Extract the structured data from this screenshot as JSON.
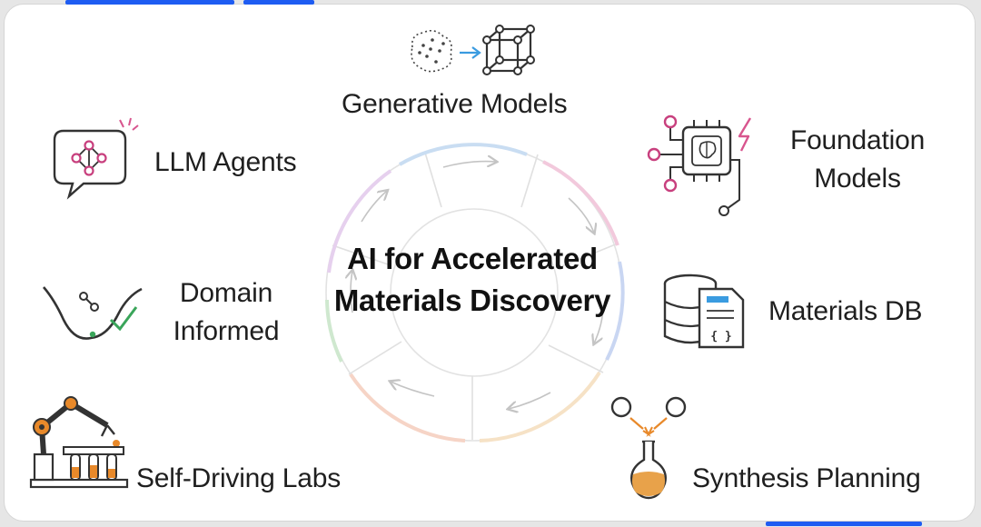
{
  "title_line1": "AI for Accelerated",
  "title_line2": "Materials Discovery",
  "nodes": {
    "generative": "Generative Models",
    "foundation_1": "Foundation",
    "foundation_2": "Models",
    "materials_db": "Materials DB",
    "synthesis": "Synthesis Planning",
    "self_driving": "Self-Driving Labs",
    "domain_1": "Domain",
    "domain_2": "Informed",
    "llm": "LLM Agents"
  },
  "icons": {
    "generative": "point-cloud-to-crystal-lattice-icon",
    "foundation": "brain-chip-icon",
    "materials_db": "database-document-icon",
    "synthesis": "reaction-flask-icon",
    "self_driving": "robot-arm-test-tubes-icon",
    "domain": "energy-landscape-checkmark-icon",
    "llm": "chat-bubble-graph-icon"
  },
  "colors": {
    "accent_blue": "#1e5cf2",
    "magenta": "#c8407e",
    "orange": "#e8892a",
    "green": "#3aa55a",
    "sky": "#3a9be0"
  }
}
